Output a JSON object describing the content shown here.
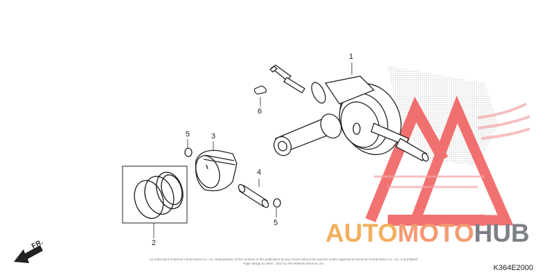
{
  "callouts": {
    "c1": "1",
    "c2": "2",
    "c3": "3",
    "c4": "4",
    "c5a": "5",
    "c5b": "5",
    "c6": "6"
  },
  "direction_label": "FR.",
  "diagram_code": "K364E2000",
  "copyright_lines": [
    "(c) 2002-2013 American Honda Motor Co., Inc. Reproduction of the contents of this publication by any means without the express written approval of American Honda Motor Co., Inc. is prohibited.",
    "Page design (c) 2004 - 2017 by ARI Network Services, Inc."
  ],
  "watermark": {
    "part_a": "AUTO",
    "part_b": "MOTO",
    "part_c": "HUB",
    "color_a": "#f2b05f",
    "color_b": "#f49a70",
    "color_c": "#7d7f86",
    "logo_color": "#f05a5a",
    "logo_icon": "triangle-logo-icon"
  }
}
